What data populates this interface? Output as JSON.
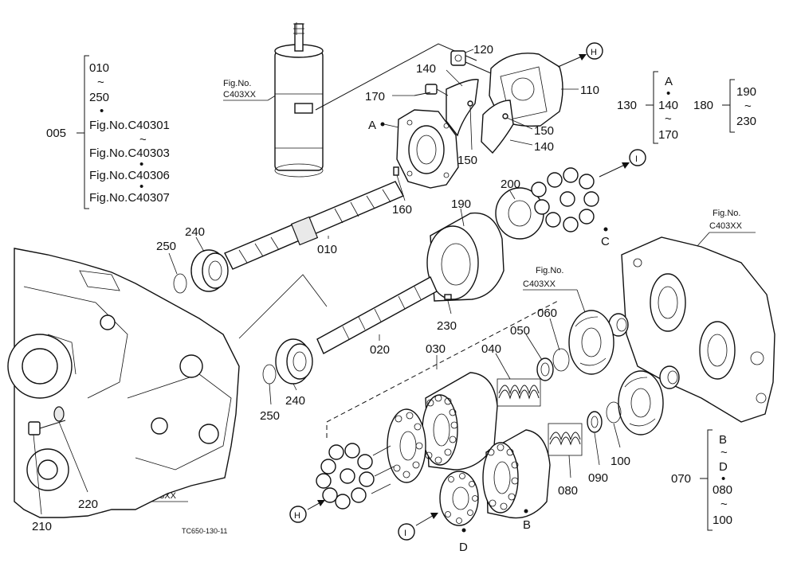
{
  "footer_code": "TC650-130-11",
  "fig_ref": "Fig.No.",
  "fig_code": "C403XX",
  "group_005": {
    "number": "005",
    "lines": [
      "010",
      "~",
      "250",
      "•",
      "Fig.No.C40301",
      "~",
      "Fig.No.C40303",
      "•",
      "Fig.No.C40306",
      "•",
      "Fig.No.C40307"
    ]
  },
  "group_130": {
    "number": "130",
    "lines": [
      "A",
      "•",
      "140",
      "~",
      "170"
    ]
  },
  "group_180": {
    "number": "180",
    "lines": [
      "190",
      "~",
      "230"
    ]
  },
  "group_070": {
    "number": "070",
    "lines": [
      "B",
      "~",
      "D",
      "•",
      "080",
      "~",
      "100"
    ]
  },
  "callouts": {
    "p010": "010",
    "p020": "020",
    "p030": "030",
    "p040": "040",
    "p050": "050",
    "p060": "060",
    "p080": "080",
    "p090": "090",
    "p100": "100",
    "p110": "110",
    "p120": "120",
    "p140a": "140",
    "p140b": "140",
    "p150a": "150",
    "p150b": "150",
    "p160": "160",
    "p170": "170",
    "p190": "190",
    "p200": "200",
    "p210": "210",
    "p220": "220",
    "p230": "230",
    "p240a": "240",
    "p240b": "240",
    "p250a": "250",
    "p250b": "250"
  },
  "markers": {
    "A": "A",
    "B": "B",
    "C": "C",
    "D": "D"
  },
  "flow": {
    "H1": "H",
    "H2": "H",
    "I1": "I",
    "I2": "I"
  }
}
